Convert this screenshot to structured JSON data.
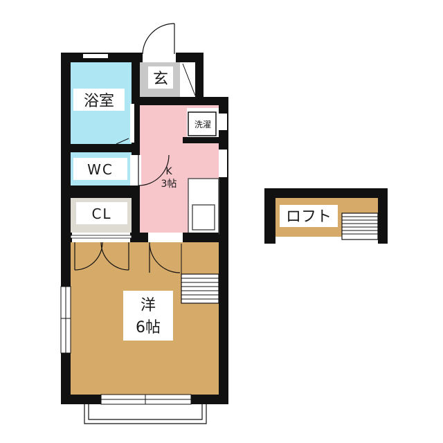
{
  "rooms": {
    "entrance": {
      "label": "玄",
      "color": "#c8c8c8"
    },
    "bath": {
      "label": "浴室",
      "color": "#aee6f4"
    },
    "washer": {
      "label": "洗濯"
    },
    "wc": {
      "label": "WC",
      "color": "#aee6f4"
    },
    "kitchen": {
      "label_line1": "K",
      "label_line2": "3帖",
      "color": "#f7c6cb"
    },
    "closet": {
      "label": "CL",
      "color": "#dedbd2"
    },
    "western": {
      "label_line1": "洋",
      "label_line2": "6帖",
      "color": "#d6aa69"
    },
    "loft": {
      "label": "ロフト",
      "color": "#d6aa69"
    }
  },
  "wall_color": "#111111"
}
